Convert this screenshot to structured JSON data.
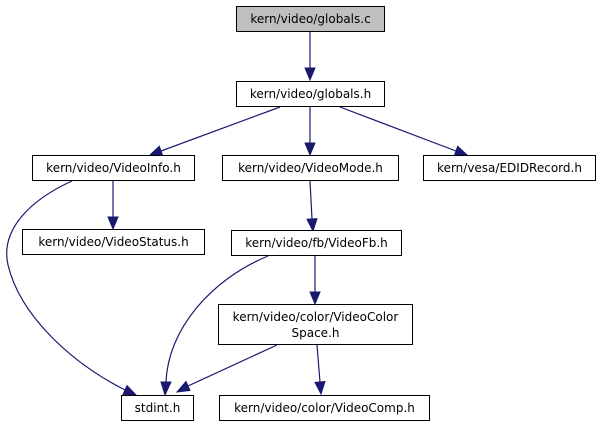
{
  "graph": {
    "colors": {
      "edge": "#191970",
      "root_fill": "#bfbfbf",
      "node_fill": "#ffffff",
      "border": "#000000"
    },
    "nodes": {
      "globals_c": {
        "line1": "kern/video/globals.c",
        "line2": ""
      },
      "globals_h": {
        "line1": "kern/video/globals.h",
        "line2": ""
      },
      "videoinfo_h": {
        "line1": "kern/video/VideoInfo.h",
        "line2": ""
      },
      "videomode_h": {
        "line1": "kern/video/VideoMode.h",
        "line2": ""
      },
      "edidrecord_h": {
        "line1": "kern/vesa/EDIDRecord.h",
        "line2": ""
      },
      "videostatus_h": {
        "line1": "kern/video/VideoStatus.h",
        "line2": ""
      },
      "videofb_h": {
        "line1": "kern/video/fb/VideoFb.h",
        "line2": ""
      },
      "videocolorspace_h": {
        "line1": "kern/video/color/VideoColor",
        "line2": "Space.h"
      },
      "stdint_h": {
        "line1": "stdint.h",
        "line2": ""
      },
      "videocomp_h": {
        "line1": "kern/video/color/VideoComp.h",
        "line2": ""
      }
    },
    "edges": [
      {
        "from": "globals_c",
        "to": "globals_h"
      },
      {
        "from": "globals_h",
        "to": "videoinfo_h"
      },
      {
        "from": "globals_h",
        "to": "videomode_h"
      },
      {
        "from": "globals_h",
        "to": "edidrecord_h"
      },
      {
        "from": "videoinfo_h",
        "to": "videostatus_h"
      },
      {
        "from": "videoinfo_h",
        "to": "stdint_h"
      },
      {
        "from": "videomode_h",
        "to": "videofb_h"
      },
      {
        "from": "videofb_h",
        "to": "videocolorspace_h"
      },
      {
        "from": "videofb_h",
        "to": "stdint_h"
      },
      {
        "from": "videocolorspace_h",
        "to": "stdint_h"
      },
      {
        "from": "videocolorspace_h",
        "to": "videocomp_h"
      }
    ]
  }
}
